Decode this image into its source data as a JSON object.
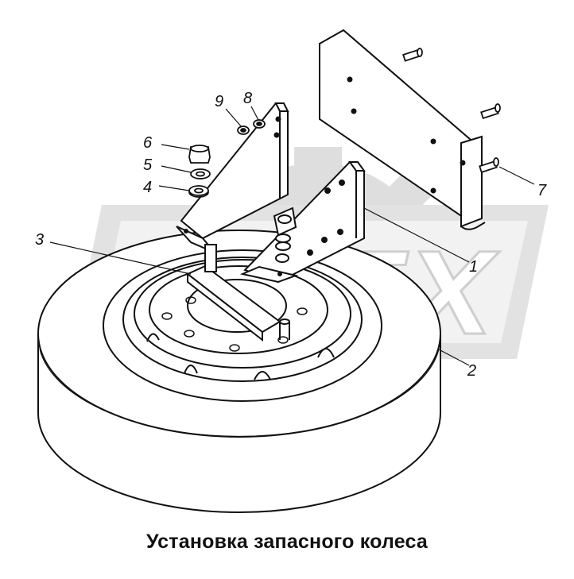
{
  "caption": "Установка запасного колеса",
  "callouts": {
    "c1": "1",
    "c2": "2",
    "c3": "3",
    "c4": "4",
    "c5": "5",
    "c6": "6",
    "c7": "7",
    "c8": "8",
    "c9": "9"
  },
  "watermark": "OPEX",
  "colors": {
    "line": "#111111",
    "watermark": "#d9d9d9",
    "paper": "#ffffff"
  },
  "icons": {
    "watermark_emblem": "gear-icon"
  }
}
